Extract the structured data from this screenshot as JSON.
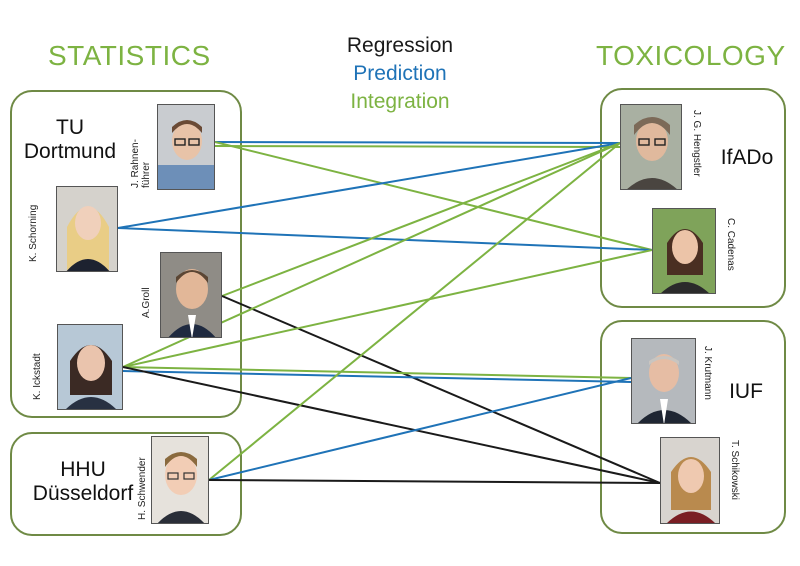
{
  "headings": {
    "left": "STATISTICS",
    "right": "TOXICOLOGY"
  },
  "legend": [
    {
      "label": "Regression",
      "color": "#1a1a1a"
    },
    {
      "label": "Prediction",
      "color": "#1f73b7"
    },
    {
      "label": "Integration",
      "color": "#7db342"
    }
  ],
  "colors": {
    "accent": "#7db342",
    "box_border": "#6f8a45"
  },
  "institutions": {
    "tu_dortmund": [
      "TU",
      "Dortmund"
    ],
    "hhu_duesseldorf": [
      "HHU",
      "Düsseldorf"
    ],
    "ifado": "IfADo",
    "iuf": "IUF"
  },
  "people": {
    "rahnenfuehrer": [
      "J. Rahnen-",
      "führer"
    ],
    "schorning": "K. Schorning",
    "groll": "A.Groll",
    "ickstadt": "K. Ickstadt",
    "schwender": "H. Schwender",
    "hengstler": "J. G. Hengstler",
    "cadenas": "C. Cadenas",
    "krutmann": "J. Krutmann",
    "schikowski": "T. Schikowski"
  },
  "connections": [
    {
      "from": "rahnenfuehrer",
      "to": "hengstler",
      "type": "Prediction"
    },
    {
      "from": "rahnenfuehrer",
      "to": "hengstler",
      "type": "Integration"
    },
    {
      "from": "rahnenfuehrer",
      "to": "cadenas",
      "type": "Integration"
    },
    {
      "from": "schorning",
      "to": "hengstler",
      "type": "Prediction"
    },
    {
      "from": "schorning",
      "to": "cadenas",
      "type": "Prediction"
    },
    {
      "from": "groll",
      "to": "hengstler",
      "type": "Integration"
    },
    {
      "from": "groll",
      "to": "schikowski",
      "type": "Regression"
    },
    {
      "from": "ickstadt",
      "to": "hengstler",
      "type": "Integration"
    },
    {
      "from": "ickstadt",
      "to": "cadenas",
      "type": "Integration"
    },
    {
      "from": "ickstadt",
      "to": "krutmann",
      "type": "Integration"
    },
    {
      "from": "ickstadt",
      "to": "krutmann",
      "type": "Prediction"
    },
    {
      "from": "ickstadt",
      "to": "schikowski",
      "type": "Regression"
    },
    {
      "from": "schwender",
      "to": "hengstler",
      "type": "Integration"
    },
    {
      "from": "schwender",
      "to": "krutmann",
      "type": "Prediction"
    },
    {
      "from": "schwender",
      "to": "schikowski",
      "type": "Regression"
    }
  ]
}
